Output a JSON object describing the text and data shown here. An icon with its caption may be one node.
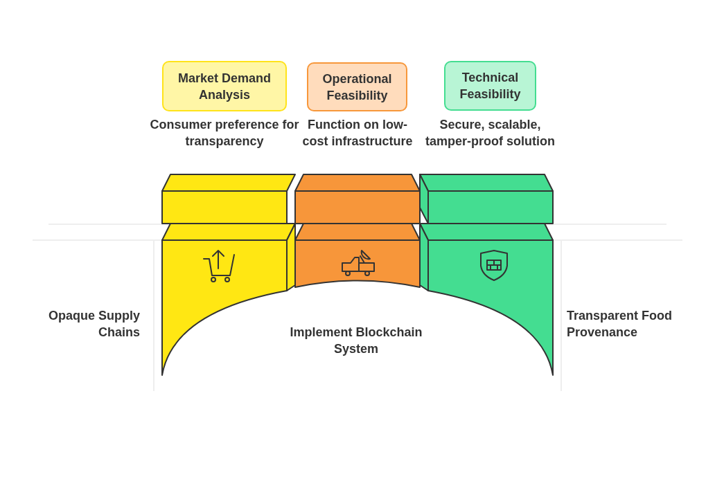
{
  "diagram": {
    "nodes": [
      {
        "text": [
          "Market Demand Analysis"
        ],
        "beside": [
          "Consumer preference for transparency"
        ]
      },
      {
        "text": [
          "Operational Feasibility"
        ],
        "beside": [
          "Function on low-cost infrastructure"
        ]
      },
      {
        "text": [
          "Technical Feasibility"
        ],
        "beside": [
          "Secure, scalable, tamper-proof solution"
        ]
      }
    ],
    "edges": [],
    "labels": [
      "Opaque Supply Chains",
      "Implement Blockchain System",
      "Transparent Food Provenance"
    ]
  }
}
